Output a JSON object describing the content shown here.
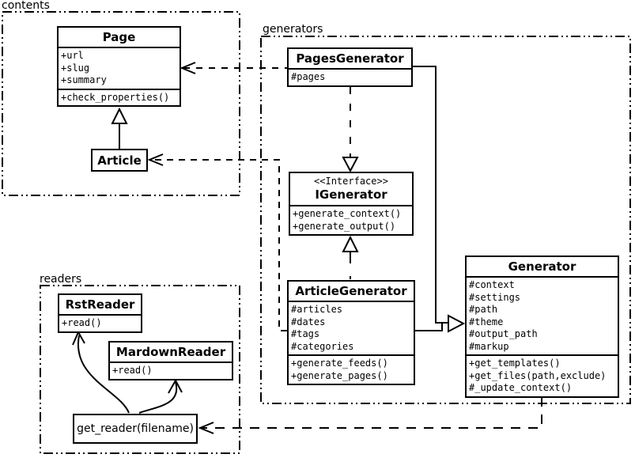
{
  "colors": {
    "ink": "#000000",
    "paper": "#ffffff"
  },
  "packages": {
    "contents": {
      "label": "contents"
    },
    "generators": {
      "label": "generators"
    },
    "readers": {
      "label": "readers"
    }
  },
  "classes": {
    "page": {
      "name": "Page",
      "attributes": [
        "+url",
        "+slug",
        "+summary"
      ],
      "methods": [
        "+check_properties()"
      ]
    },
    "article": {
      "name": "Article"
    },
    "pages_generator": {
      "name": "PagesGenerator",
      "attributes": [
        "#pages"
      ]
    },
    "igenerator": {
      "stereotype": "<<Interface>>",
      "name": "IGenerator",
      "methods": [
        "+generate_context()",
        "+generate_output()"
      ]
    },
    "article_generator": {
      "name": "ArticleGenerator",
      "attributes": [
        "#articles",
        "#dates",
        "#tags",
        "#categories"
      ],
      "methods": [
        "+generate_feeds()",
        "+generate_pages()"
      ]
    },
    "generator": {
      "name": "Generator",
      "attributes": [
        "#context",
        "#settings",
        "#path",
        "#theme",
        "#output_path",
        "#markup"
      ],
      "methods": [
        "+get_templates()",
        "+get_files(path,exclude)",
        "#_update_context()"
      ]
    },
    "rst_reader": {
      "name": "RstReader",
      "methods": [
        "+read()"
      ]
    },
    "mardown_reader": {
      "name": "MardownReader",
      "methods": [
        "+read()"
      ]
    },
    "get_reader": {
      "name": "get_reader(filename)"
    }
  }
}
